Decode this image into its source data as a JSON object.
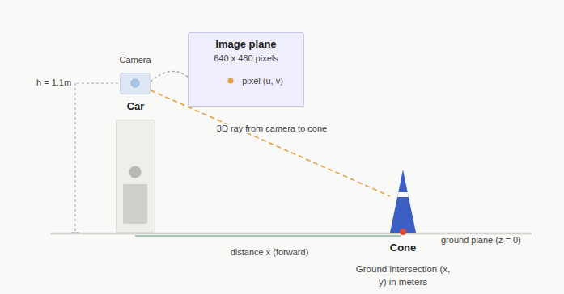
{
  "diagram": {
    "nodes": [
      {
        "text": [
          "Camera"
        ]
      },
      {
        "text": [
          "Image plane",
          "640 x 480 pixels",
          "pixel (u, v)"
        ]
      },
      {
        "text": [
          "Car"
        ]
      },
      {
        "text": [
          "Cone",
          "Ground intersection (x, y) in meters"
        ]
      }
    ],
    "edges": [
      {
        "from": 0,
        "to": 1,
        "arrow": "none"
      },
      {
        "from": 0,
        "to": 3,
        "label": "3D ray from camera to cone",
        "arrow": "none"
      }
    ],
    "labels": [
      "h = 1.1m",
      "distance x (forward)",
      "ground plane (z = 0)"
    ]
  }
}
